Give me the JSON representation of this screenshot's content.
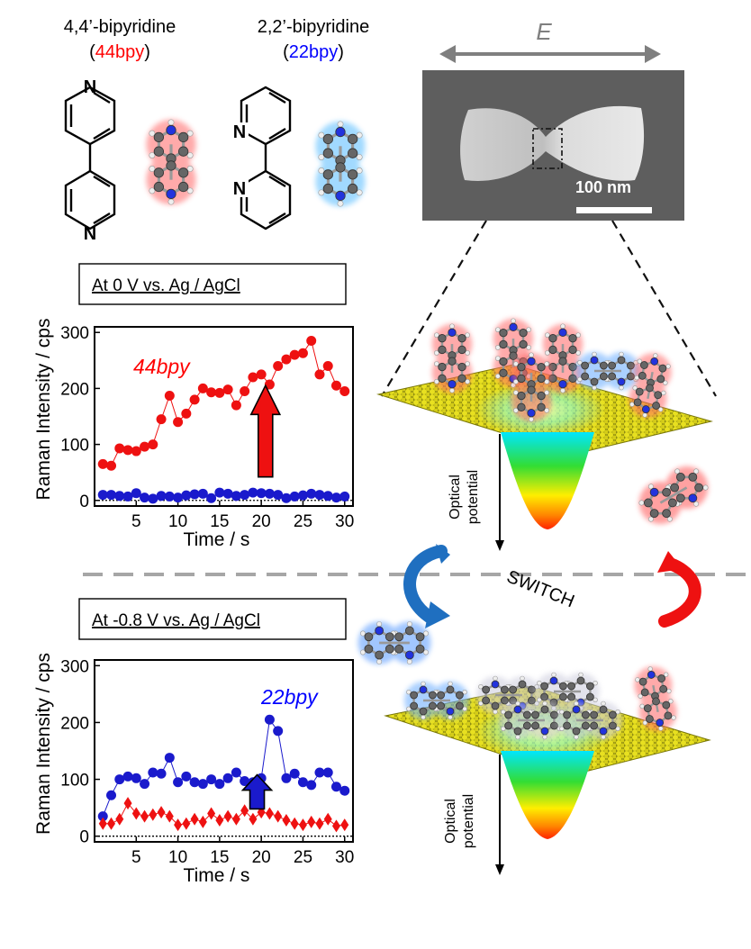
{
  "molecules": {
    "m44": {
      "name": "4,4’-bipyridine",
      "open": "(",
      "abbr": "44bpy",
      "close": ")",
      "abbr_color": "#ff0000"
    },
    "m22": {
      "name": "2,2’-bipyridine",
      "open": "(",
      "abbr": "22bpy",
      "close": ")",
      "abbr_color": "#0000ff"
    },
    "atom_n": "N"
  },
  "field_label": "E",
  "sem": {
    "scalebar_label": "100 nm"
  },
  "switch_label": "SWITCH",
  "optical_label": [
    "Optical",
    "potential"
  ],
  "colors": {
    "red": "#ee1111",
    "blue": "#1a1acc",
    "sem_bg": "#5e5e5e"
  },
  "chart_data": [
    {
      "type": "scatter",
      "condition": "At 0 V  vs. Ag / AgCl",
      "annotation": "44bpy",
      "annotation_color": "#ff0000",
      "xlabel": "Time / s",
      "ylabel": "Raman Intensity / cps",
      "xlim": [
        0,
        31
      ],
      "ylim": [
        -10,
        310
      ],
      "xticks": [
        5,
        10,
        15,
        20,
        25,
        30
      ],
      "yticks": [
        0,
        100,
        200,
        300
      ],
      "series": [
        {
          "name": "44bpy",
          "color": "#ee1111",
          "marker": "circle",
          "x": [
            1,
            2,
            3,
            4,
            5,
            6,
            7,
            8,
            9,
            10,
            11,
            12,
            13,
            14,
            15,
            16,
            17,
            18,
            19,
            20,
            21,
            22,
            23,
            24,
            25,
            26,
            27,
            28,
            29,
            30
          ],
          "y": [
            65,
            62,
            93,
            90,
            88,
            96,
            100,
            145,
            187,
            140,
            155,
            180,
            200,
            193,
            192,
            198,
            170,
            195,
            220,
            225,
            207,
            240,
            252,
            260,
            263,
            285,
            225,
            240,
            205,
            195
          ]
        },
        {
          "name": "22bpy",
          "color": "#1a1acc",
          "marker": "circle",
          "x": [
            1,
            2,
            3,
            4,
            5,
            6,
            7,
            8,
            9,
            10,
            11,
            12,
            13,
            14,
            15,
            16,
            17,
            18,
            19,
            20,
            21,
            22,
            23,
            24,
            25,
            26,
            27,
            28,
            29,
            30
          ],
          "y": [
            10,
            10,
            8,
            7,
            13,
            5,
            3,
            8,
            7,
            5,
            9,
            11,
            12,
            4,
            14,
            12,
            8,
            10,
            14,
            13,
            12,
            10,
            4,
            7,
            9,
            12,
            10,
            8,
            5,
            7
          ]
        }
      ],
      "arrow": {
        "x": 20.5,
        "y_from": 42,
        "y_to": 205,
        "color": "#ee1111"
      }
    },
    {
      "type": "scatter",
      "condition": "At -0.8 V  vs. Ag / AgCl",
      "annotation": "22bpy",
      "annotation_color": "#0000ff",
      "xlabel": "Time / s",
      "ylabel": "Raman Intensity / cps",
      "xlim": [
        0,
        31
      ],
      "ylim": [
        -10,
        310
      ],
      "xticks": [
        5,
        10,
        15,
        20,
        25,
        30
      ],
      "yticks": [
        0,
        100,
        200,
        300
      ],
      "series": [
        {
          "name": "22bpy",
          "color": "#1a1acc",
          "marker": "circle",
          "x": [
            1,
            2,
            3,
            4,
            5,
            6,
            7,
            8,
            9,
            10,
            11,
            12,
            13,
            14,
            15,
            16,
            17,
            18,
            19,
            20,
            21,
            22,
            23,
            24,
            25,
            26,
            27,
            28,
            29,
            30
          ],
          "y": [
            35,
            72,
            100,
            105,
            102,
            92,
            112,
            110,
            138,
            95,
            105,
            95,
            92,
            100,
            92,
            102,
            112,
            97,
            95,
            102,
            205,
            185,
            102,
            110,
            95,
            90,
            112,
            112,
            87,
            80
          ]
        },
        {
          "name": "44bpy",
          "color": "#ee1111",
          "marker": "diamond",
          "x": [
            1,
            2,
            3,
            4,
            5,
            6,
            7,
            8,
            9,
            10,
            11,
            12,
            13,
            14,
            15,
            16,
            17,
            18,
            19,
            20,
            21,
            22,
            23,
            24,
            25,
            26,
            27,
            28,
            29,
            30
          ],
          "y": [
            22,
            22,
            30,
            58,
            40,
            35,
            38,
            42,
            35,
            20,
            22,
            30,
            25,
            40,
            28,
            35,
            30,
            45,
            30,
            42,
            40,
            35,
            28,
            22,
            20,
            25,
            22,
            30,
            18,
            20
          ]
        }
      ],
      "arrow": {
        "x": 19.5,
        "y_from": 48,
        "y_to": 108,
        "color": "#1a1acc"
      }
    }
  ]
}
